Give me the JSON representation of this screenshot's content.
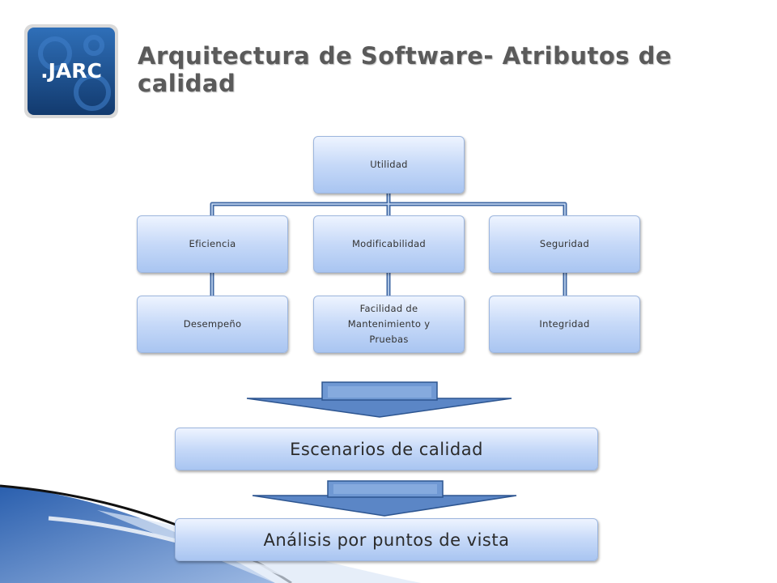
{
  "logo": {
    "text": ".JARC"
  },
  "title": "Arquitectura de Software-  Atributos de calidad",
  "tree": {
    "root": "Utilidad",
    "attributes": [
      "Eficiencia",
      "Modificabilidad",
      "Seguridad"
    ],
    "refinements": [
      "Desempeño",
      "Facilidad de Mantenimiento  y Pruebas",
      "Integridad"
    ]
  },
  "flow": [
    "Escenarios de calidad",
    "Análisis por puntos de vista"
  ],
  "colors": {
    "box_light": "#eef4ff",
    "box_dark": "#a9c5f1",
    "connector": "#3f67a3",
    "arrow": "#5b86c6",
    "logo_bg": "#1d4f8c"
  },
  "icons": {
    "logo": "jarc-gear-logo",
    "arrows": "down-arrow"
  }
}
